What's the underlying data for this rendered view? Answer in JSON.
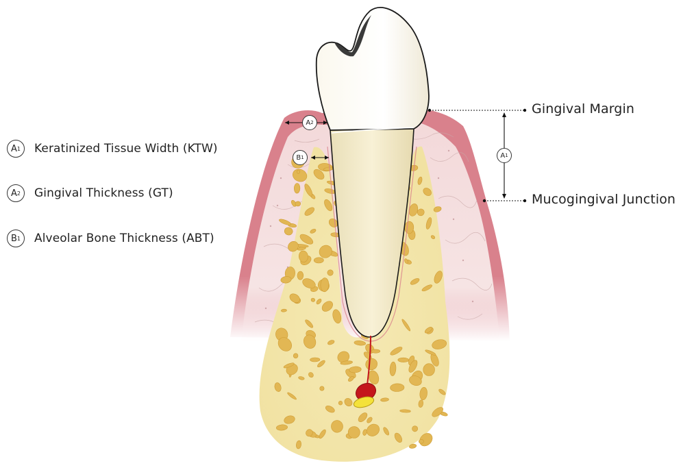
{
  "legend": [
    {
      "letter": "A",
      "sub": "1",
      "label": "Keratinized Tissue Width (KTW)"
    },
    {
      "letter": "A",
      "sub": "2",
      "label": "Gingival Thickness (GT)"
    },
    {
      "letter": "B",
      "sub": "1",
      "label": "Alveolar Bone Thickness (ABT)"
    }
  ],
  "annotations": {
    "gingival_margin": "Gingival Margin",
    "mucogingival_junction": "Mucogingival Junction"
  },
  "tags": {
    "ktw": {
      "letter": "A",
      "sub": "1"
    },
    "gt": {
      "letter": "A",
      "sub": "2"
    },
    "abt": {
      "letter": "B",
      "sub": "1"
    }
  },
  "colors": {
    "gingiva": "#d9818c",
    "gingiva_inner": "#f2d6d6",
    "bone": "#f3e6a8",
    "marrow": "#e3b955",
    "tooth": "#f7f3e3",
    "pulp": "#c4161c",
    "nerve": "#f4e23a"
  }
}
